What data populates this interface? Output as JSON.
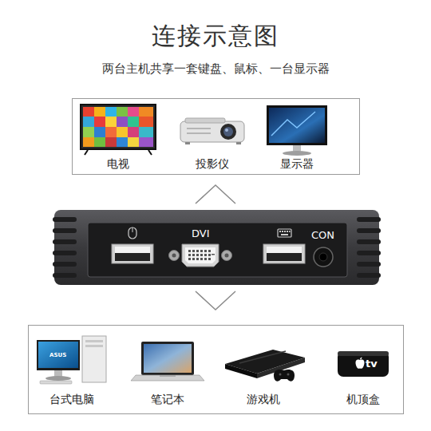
{
  "diagram": {
    "title": "连接示意图",
    "caption": "两台主机共享一套键盘、鼠标、一台显示器",
    "nodes": [
      {
        "text": [
          "电视"
        ]
      },
      {
        "text": [
          "投影仪"
        ]
      },
      {
        "text": [
          "显示器"
        ]
      },
      {
        "text": [
          "DVI",
          "CON"
        ]
      },
      {
        "text": [
          "台式电脑"
        ]
      },
      {
        "text": [
          "笔记本"
        ]
      },
      {
        "text": [
          "游戏机"
        ]
      },
      {
        "text": [
          "机顶盒"
        ]
      }
    ],
    "labels": [
      "ASUS",
      "tv"
    ]
  }
}
